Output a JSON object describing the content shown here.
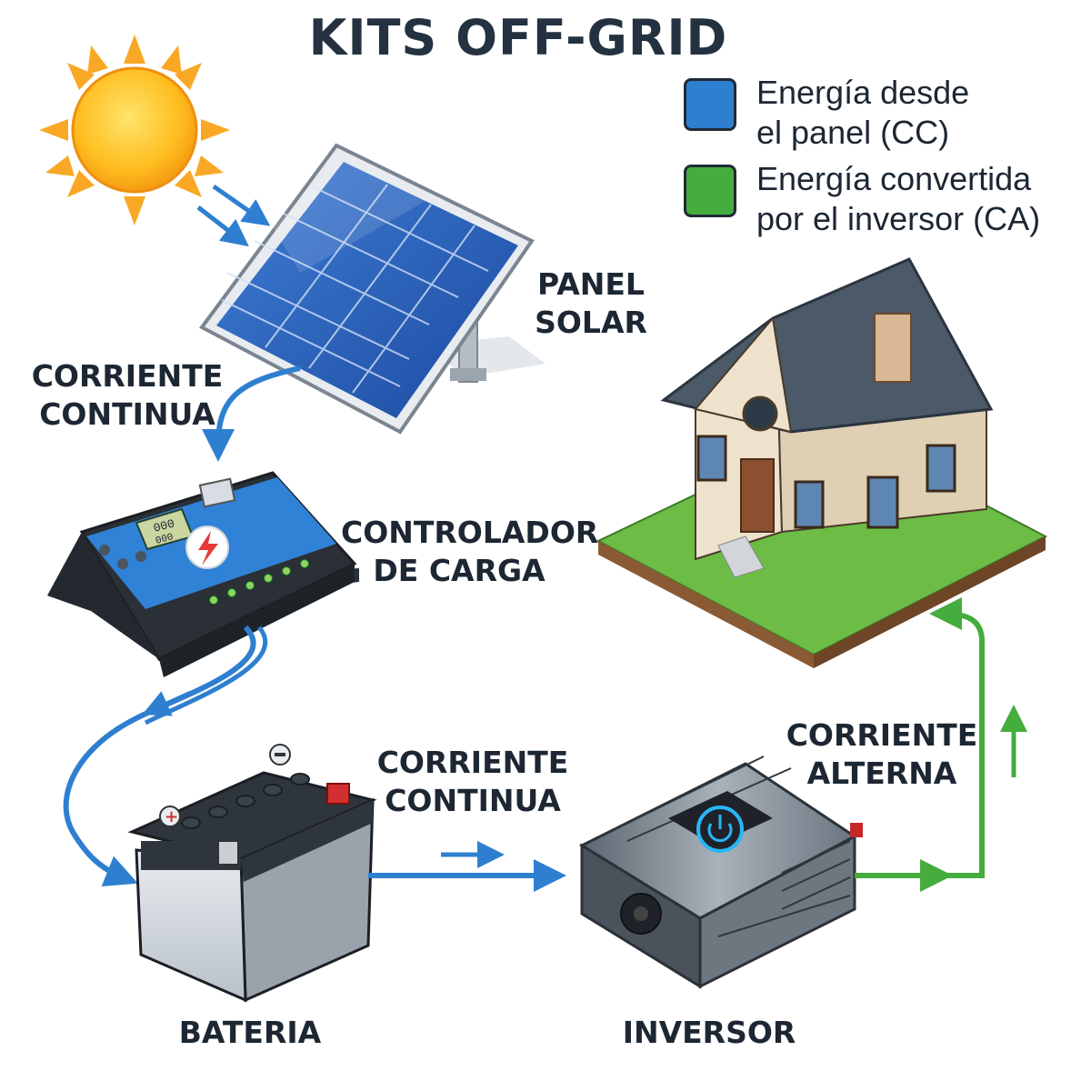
{
  "title": "KITS OFF-GRID",
  "legend": [
    {
      "line1": "Energía desde",
      "line2": "el panel (CC)",
      "color": "#2f7fd0"
    },
    {
      "line1": "Energía convertida",
      "line2": "por el inversor (CA)",
      "color": "#45ac3e"
    }
  ],
  "components": {
    "panel": {
      "line1": "PANEL",
      "line2": "SOLAR"
    },
    "controller": {
      "line1": "CONTROLADOR",
      "line2": "DE CARGA"
    },
    "battery": {
      "label": "BATERIA"
    },
    "inverter": {
      "label": "INVERSOR"
    }
  },
  "flows": {
    "panel_to_controller": {
      "line1": "CORRIENTE",
      "line2": "CONTINUA"
    },
    "battery_to_inverter": {
      "line1": "CORRIENTE",
      "line2": "CONTINUA"
    },
    "inverter_to_house": {
      "line1": "CORRIENTE",
      "line2": "ALTERNA"
    }
  },
  "colors": {
    "dc_flow": "#2f7fd0",
    "ac_flow": "#45ac3e",
    "text": "#1d2733"
  }
}
